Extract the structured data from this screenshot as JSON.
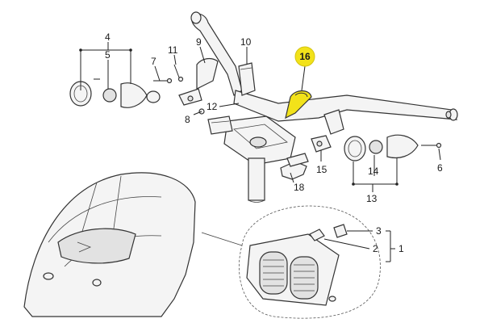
{
  "diagram": {
    "callouts": [
      {
        "id": "c1",
        "label": "1"
      },
      {
        "id": "c2",
        "label": "2"
      },
      {
        "id": "c3",
        "label": "3"
      },
      {
        "id": "c4",
        "label": "4"
      },
      {
        "id": "c5",
        "label": "5"
      },
      {
        "id": "c6",
        "label": "6"
      },
      {
        "id": "c7",
        "label": "7"
      },
      {
        "id": "c8",
        "label": "8"
      },
      {
        "id": "c9",
        "label": "9"
      },
      {
        "id": "c10",
        "label": "10"
      },
      {
        "id": "c11",
        "label": "11"
      },
      {
        "id": "c12",
        "label": "12"
      },
      {
        "id": "c13",
        "label": "13"
      },
      {
        "id": "c14",
        "label": "14"
      },
      {
        "id": "c15",
        "label": "15"
      },
      {
        "id": "c16",
        "label": "16"
      },
      {
        "id": "c18",
        "label": "18"
      }
    ],
    "highlight_color": "#f2e21a",
    "highlighted_part": "16"
  }
}
